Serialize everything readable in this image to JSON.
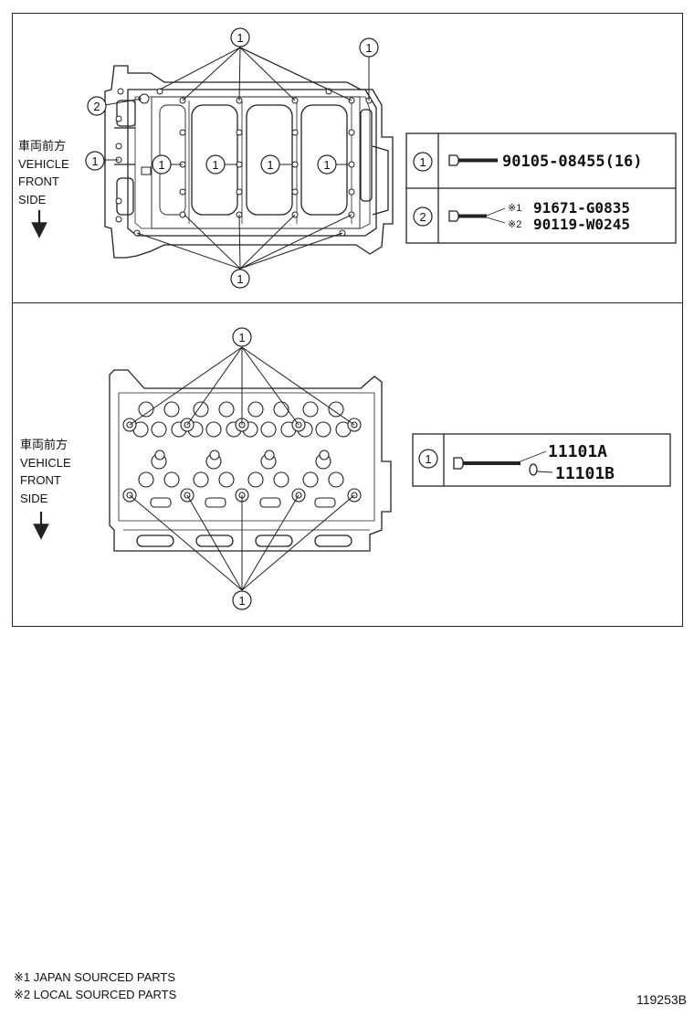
{
  "top_panel": {
    "direction_label": {
      "jp": "車両前方",
      "lines": [
        "VEHICLE",
        "FRONT",
        "SIDE"
      ]
    },
    "callouts": {
      "one": "1",
      "two": "2"
    },
    "legend": [
      {
        "ref": "1",
        "parts": [
          {
            "mark": "",
            "number": "90105-08455(16)"
          }
        ]
      },
      {
        "ref": "2",
        "parts": [
          {
            "mark": "※1",
            "number": "91671-G0835"
          },
          {
            "mark": "※2",
            "number": "90119-W0245"
          }
        ]
      }
    ]
  },
  "bottom_panel": {
    "direction_label": {
      "jp": "車両前方",
      "lines": [
        "VEHICLE",
        "FRONT",
        "SIDE"
      ]
    },
    "callouts": {
      "one": "1"
    },
    "legend": [
      {
        "ref": "1",
        "parts": [
          {
            "mark": "",
            "number": "11101A"
          },
          {
            "mark": "",
            "number": "11101B"
          }
        ]
      }
    ]
  },
  "footnotes": [
    "※1 JAPAN SOURCED PARTS",
    "※2 LOCAL SOURCED PARTS"
  ],
  "figure_id": "119253B"
}
